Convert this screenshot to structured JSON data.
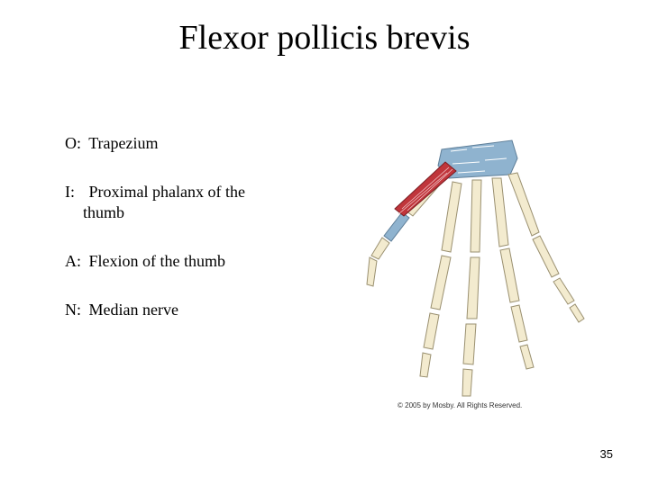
{
  "title": "Flexor pollicis brevis",
  "items": [
    {
      "key": "O:",
      "text": "Trapezium",
      "cont": ""
    },
    {
      "key": "I:",
      "text": "Proximal phalanx of the",
      "cont": "thumb"
    },
    {
      "key": "A:",
      "text": "Flexion of the thumb",
      "cont": ""
    },
    {
      "key": "N:",
      "text": "Median nerve",
      "cont": ""
    }
  ],
  "figure": {
    "copyright": "© 2005 by Mosby. All Rights Reserved.",
    "colors": {
      "bone": "#f3ebcf",
      "bone_outline": "#9a9070",
      "highlight_bone": "#8fb3cf",
      "muscle": "#c0353b"
    }
  },
  "page_number": "35"
}
